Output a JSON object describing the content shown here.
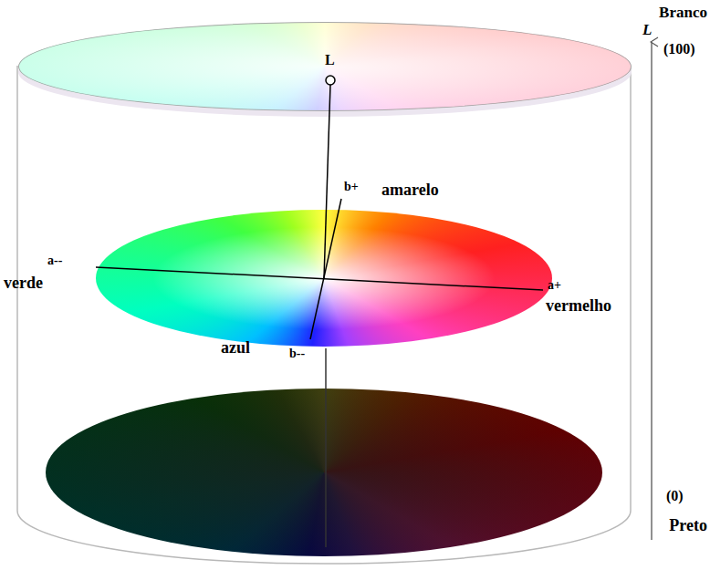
{
  "diagram": {
    "labels": [
      "L",
      "L",
      "Branco",
      "(100)",
      "b+",
      "amarelo",
      "a--",
      "verde",
      "a+",
      "vermelho",
      "azul",
      "b--",
      "(0)",
      "Preto"
    ]
  }
}
